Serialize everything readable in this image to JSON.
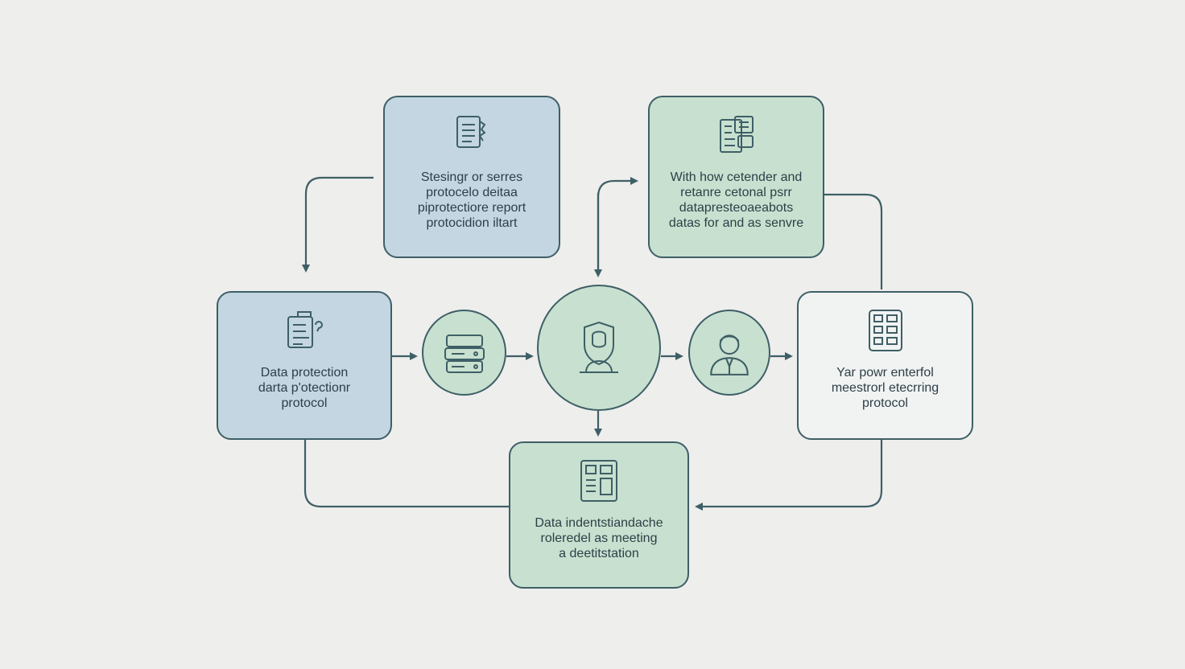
{
  "colors": {
    "background": "#eeeeed",
    "stroke": "#3e5f66",
    "blue_fill": "#c3d6e2",
    "green_fill": "#c8e0cf",
    "white_fill": "#f1f3f2",
    "text": "#2d3f48"
  },
  "nodes": {
    "top_left": {
      "icon": "document-clip-icon",
      "text": "Stesingr or serres\nprotocelo deitaa\npiprotectiore report\nprotocidion iltart"
    },
    "top_right": {
      "icon": "report-documents-icon",
      "text": "With how cetender and\nretanre cetonal psrr\ndatapresteoaeabots\ndatas for and as senvre"
    },
    "left": {
      "icon": "document-list-icon",
      "text": "Data protection\ndarta p'otectionr\nprotocol"
    },
    "right": {
      "icon": "data-grid-icon",
      "text": "Yar powr enterfol\nmeestrorl etecrring\nprotocol"
    },
    "bottom": {
      "icon": "report-form-icon",
      "text": "Data indentstiandache\nroleredel as meeting\na deetitstation"
    },
    "circle_left": {
      "icon": "server-stack-icon"
    },
    "circle_center": {
      "icon": "shield-person-icon"
    },
    "circle_right": {
      "icon": "officer-person-icon"
    }
  }
}
